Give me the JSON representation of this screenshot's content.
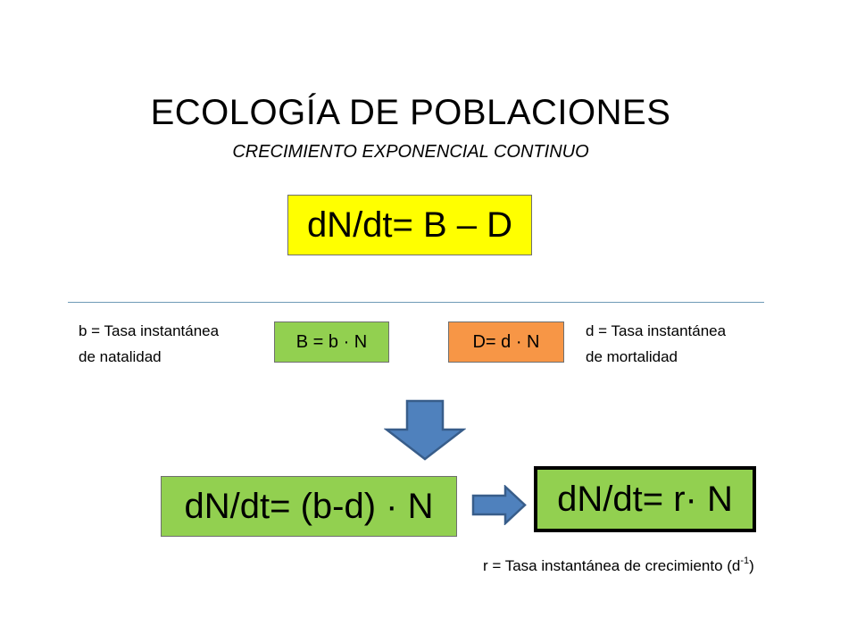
{
  "slide": {
    "title": "ECOLOGÍA DE POBLACIONES",
    "subtitle": "CRECIMIENTO EXPONENCIAL CONTINUO"
  },
  "equations": {
    "main": "dN/dt= B – D",
    "births": "B = b · N",
    "deaths": "D= d · N",
    "combined": "dN/dt= (b-d) · N",
    "final": "dN/dt= r· N"
  },
  "notes": {
    "birth_rate": {
      "line1": "b = Tasa instantánea",
      "line2": "de natalidad"
    },
    "death_rate": {
      "line1": "d = Tasa instantánea",
      "line2": "de mortalidad"
    },
    "growth_rate": {
      "text": "r = Tasa instantánea de crecimiento (d",
      "superscript": "-1",
      "closing": ")"
    }
  },
  "colors": {
    "yellow_box": "#ffff00",
    "green_box": "#92d050",
    "orange_box": "#f79646",
    "arrow_fill": "#4f81bd",
    "arrow_stroke": "#385d8a",
    "divider": "#6f9ab6"
  },
  "icons": {
    "down_arrow": "down-arrow-icon",
    "right_arrow": "right-arrow-icon"
  }
}
